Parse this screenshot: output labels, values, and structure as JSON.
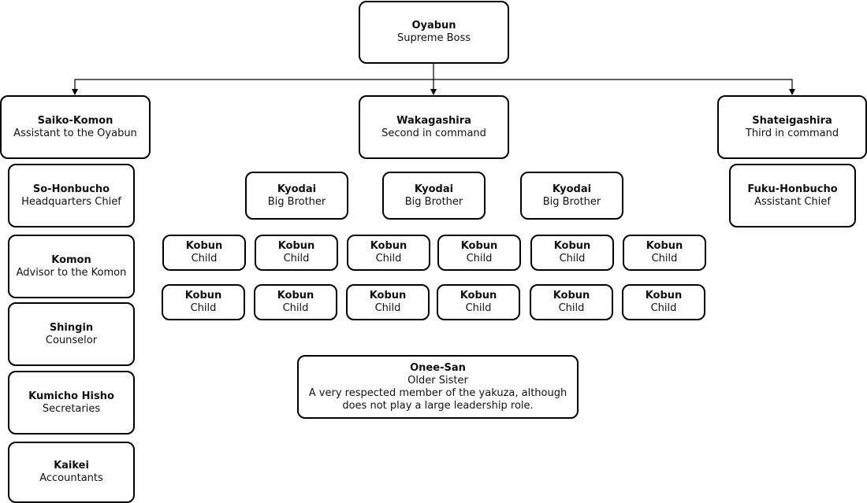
{
  "nodes": {
    "oyabun": {
      "title": "Oyabun",
      "sub": "Supreme Boss"
    },
    "saiko_komon": {
      "title": "Saiko-Komon",
      "sub": "Assistant to the Oyabun"
    },
    "wakagashira": {
      "title": "Wakagashira",
      "sub": "Second in command"
    },
    "shateigashira": {
      "title": "Shateigashira",
      "sub": "Third in command"
    },
    "so_honbucho": {
      "title": "So-Honbucho",
      "sub": "Headquarters Chief"
    },
    "komon": {
      "title": "Komon",
      "sub": "Advisor to the Komon"
    },
    "shingin": {
      "title": "Shingin",
      "sub": "Counselor"
    },
    "kumicho_hisho": {
      "title": "Kumicho Hisho",
      "sub": "Secretaries"
    },
    "kaikei": {
      "title": "Kaikei",
      "sub": "Accountants"
    },
    "fuku_honbucho": {
      "title": "Fuku-Honbucho",
      "sub": "Assistant Chief"
    },
    "kyodai": [
      {
        "title": "Kyodai",
        "sub": "Big Brother"
      },
      {
        "title": "Kyodai",
        "sub": "Big Brother"
      },
      {
        "title": "Kyodai",
        "sub": "Big Brother"
      }
    ],
    "kobun_row1": [
      {
        "title": "Kobun",
        "sub": "Child"
      },
      {
        "title": "Kobun",
        "sub": "Child"
      },
      {
        "title": "Kobun",
        "sub": "Child"
      },
      {
        "title": "Kobun",
        "sub": "Child"
      },
      {
        "title": "Kobun",
        "sub": "Child"
      },
      {
        "title": "Kobun",
        "sub": "Child"
      }
    ],
    "kobun_row2": [
      {
        "title": "Kobun",
        "sub": "Child"
      },
      {
        "title": "Kobun",
        "sub": "Child"
      },
      {
        "title": "Kobun",
        "sub": "Child"
      },
      {
        "title": "Kobun",
        "sub": "Child"
      },
      {
        "title": "Kobun",
        "sub": "Child"
      },
      {
        "title": "Kobun",
        "sub": "Child"
      }
    ],
    "onee_san": {
      "title": "Onee-San",
      "sub": "Older Sister",
      "desc": "A very respected member of the yakuza, although does not play a large leadership role."
    }
  }
}
